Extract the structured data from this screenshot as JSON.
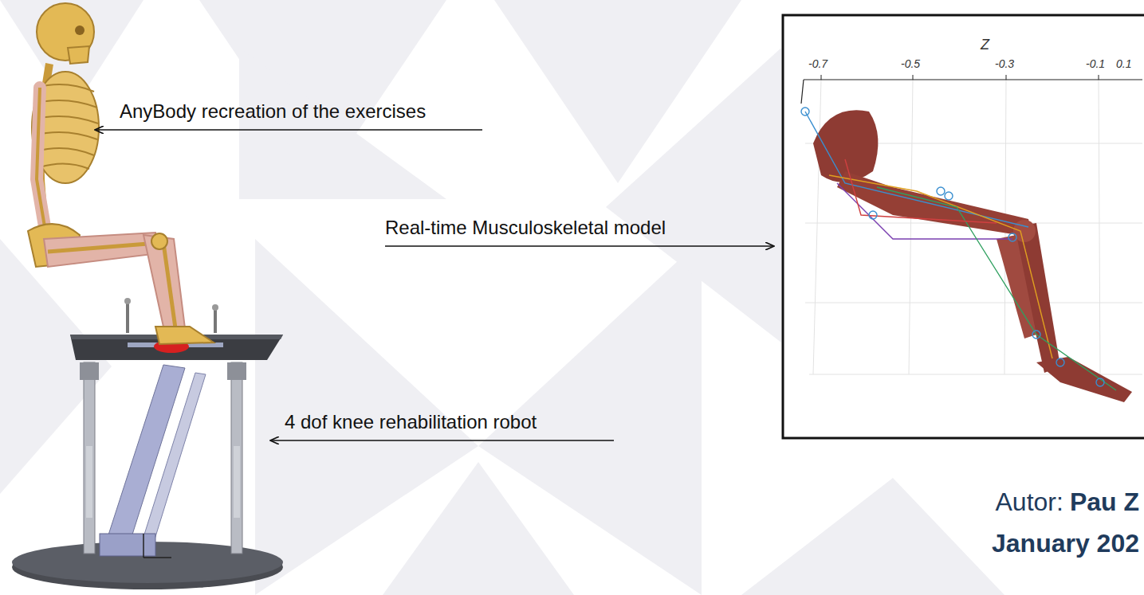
{
  "diagram": {
    "labels": [
      "AnyBody recreation of the exercises",
      "Real-time Musculoskeletal model",
      "4 dof knee rehabilitation robot",
      "Z",
      "-0.7",
      "-0.5",
      "-0.3",
      "-0.1",
      "0.1",
      "Autor:",
      "Pau Z",
      "January 202"
    ]
  }
}
